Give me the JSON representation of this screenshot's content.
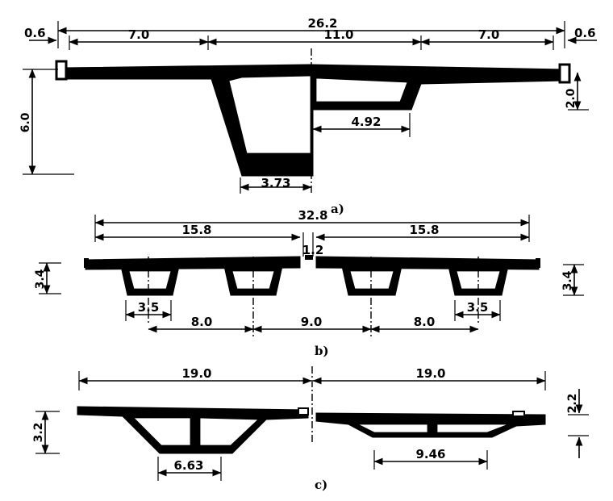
{
  "panel_a": {
    "caption": "a)",
    "dims": {
      "overall": "26.2",
      "edge_left": "0.6",
      "edge_right": "0.6",
      "cantilever_left": "7.0",
      "middle": "11.0",
      "cantilever_right": "7.0",
      "depth_left": "6.0",
      "depth_right": "2.0",
      "bottom_right": "4.92",
      "bottom_left": "3.73"
    }
  },
  "panel_b": {
    "caption": "b)",
    "dims": {
      "overall": "32.8",
      "half_left": "15.8",
      "half_right": "15.8",
      "gap": "1.2",
      "depth_left": "3.4",
      "depth_right": "3.4",
      "box_left": "3.5",
      "box_right": "3.5",
      "spacing_1": "8.0",
      "spacing_2": "9.0",
      "spacing_3": "8.0"
    }
  },
  "panel_c": {
    "caption": "c)",
    "dims": {
      "half_left": "19.0",
      "half_right": "19.0",
      "depth_left": "3.2",
      "depth_right": "2.2",
      "bottom_left": "6.63",
      "bottom_right": "9.46"
    }
  }
}
